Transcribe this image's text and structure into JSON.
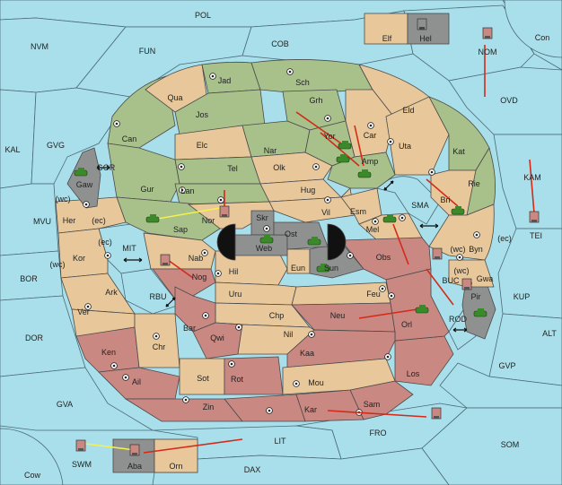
{
  "colors": {
    "sea": "#a9dfea",
    "neutral_land": "#e8c89a",
    "green_power": "#a8c08a",
    "red_power": "#c98882",
    "grey_power": "#8f9090",
    "hole": "#111111",
    "move_arrow": "#d42a1a",
    "support_line": "#f2f24a"
  },
  "sea_regions": {
    "pol": "POL",
    "nvm": "NVM",
    "fun": "FUN",
    "cob": "COB",
    "nom": "NOM",
    "con": "Con",
    "ovd": "OVD",
    "kal": "KAL",
    "gvg": "GVG",
    "gor": "GOR",
    "mvu": "MVU",
    "kam": "KAM",
    "tei": "TEI",
    "sma": "SMA",
    "mit": "MIT",
    "bor": "BOR",
    "rbu": "RBU",
    "buc": "BUC",
    "kup": "KUP",
    "rod": "ROD",
    "alt": "ALT",
    "dor": "DOR",
    "gvp": "GVP",
    "gva": "GVA",
    "fro": "FRO",
    "som": "SOM",
    "lit": "LIT",
    "swm": "SWM",
    "dax": "DAX",
    "cow": "Cow"
  },
  "land_regions": {
    "elf": "Elf",
    "hel": "Hel",
    "jad": "Jad",
    "sch": "Sch",
    "qua": "Qua",
    "grh": "Grh",
    "jos": "Jos",
    "eld": "Eld",
    "can": "Can",
    "elc": "Elc",
    "nar": "Nar",
    "car": "Car",
    "uta": "Uta",
    "kat": "Kat",
    "gaw": "Gaw",
    "tel": "Tel",
    "yor": "Yor",
    "olk": "Olk",
    "amp": "Amp",
    "gur": "Gur",
    "lan": "Lan",
    "hug": "Hug",
    "rie": "Rie",
    "bri": "Bri",
    "her": "Her",
    "nor": "Nor",
    "skr": "Skr",
    "ost": "Ost",
    "vil": "Vil",
    "esm": "Esm",
    "sap": "Sap",
    "web": "Web",
    "mel": "Mel",
    "byn": "Byn",
    "kor": "Kor",
    "nab": "Nab",
    "hil": "Hil",
    "eun": "Eun",
    "sun": "Sun",
    "obs": "Obs",
    "gwa": "Gwa",
    "nog": "Nog",
    "ark": "Ark",
    "uru": "Uru",
    "feu": "Feu",
    "pir": "Pir",
    "ver": "Ver",
    "chp": "Chp",
    "neu": "Neu",
    "orl": "Orl",
    "bar": "Bar",
    "qwi": "Qwi",
    "nil": "Nil",
    "ken": "Ken",
    "chr": "Chr",
    "kaa": "Kaa",
    "ail": "Ail",
    "sot": "Sot",
    "rot": "Rot",
    "mou": "Mou",
    "los": "Los",
    "zin": "Zin",
    "kar": "Kar",
    "sam": "Sam",
    "aba": "Aba",
    "orn": "Orn"
  },
  "coast_tags": {
    "wc_her": "(wc)",
    "ec_her": "(ec)",
    "ec_kor": "(ec)",
    "wc_kor": "(wc)",
    "wc_byn": "(wc)",
    "ec_byn": "(ec)",
    "wc_gwa": "(wc)"
  }
}
